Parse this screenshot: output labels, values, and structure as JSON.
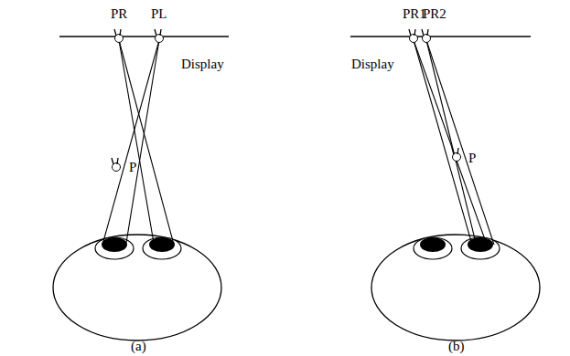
{
  "diagram": {
    "labels": [
      "PR",
      "PL",
      "Display",
      "P",
      "(a)",
      "PR1",
      "PR2",
      "Display",
      "P",
      "(b)"
    ]
  }
}
